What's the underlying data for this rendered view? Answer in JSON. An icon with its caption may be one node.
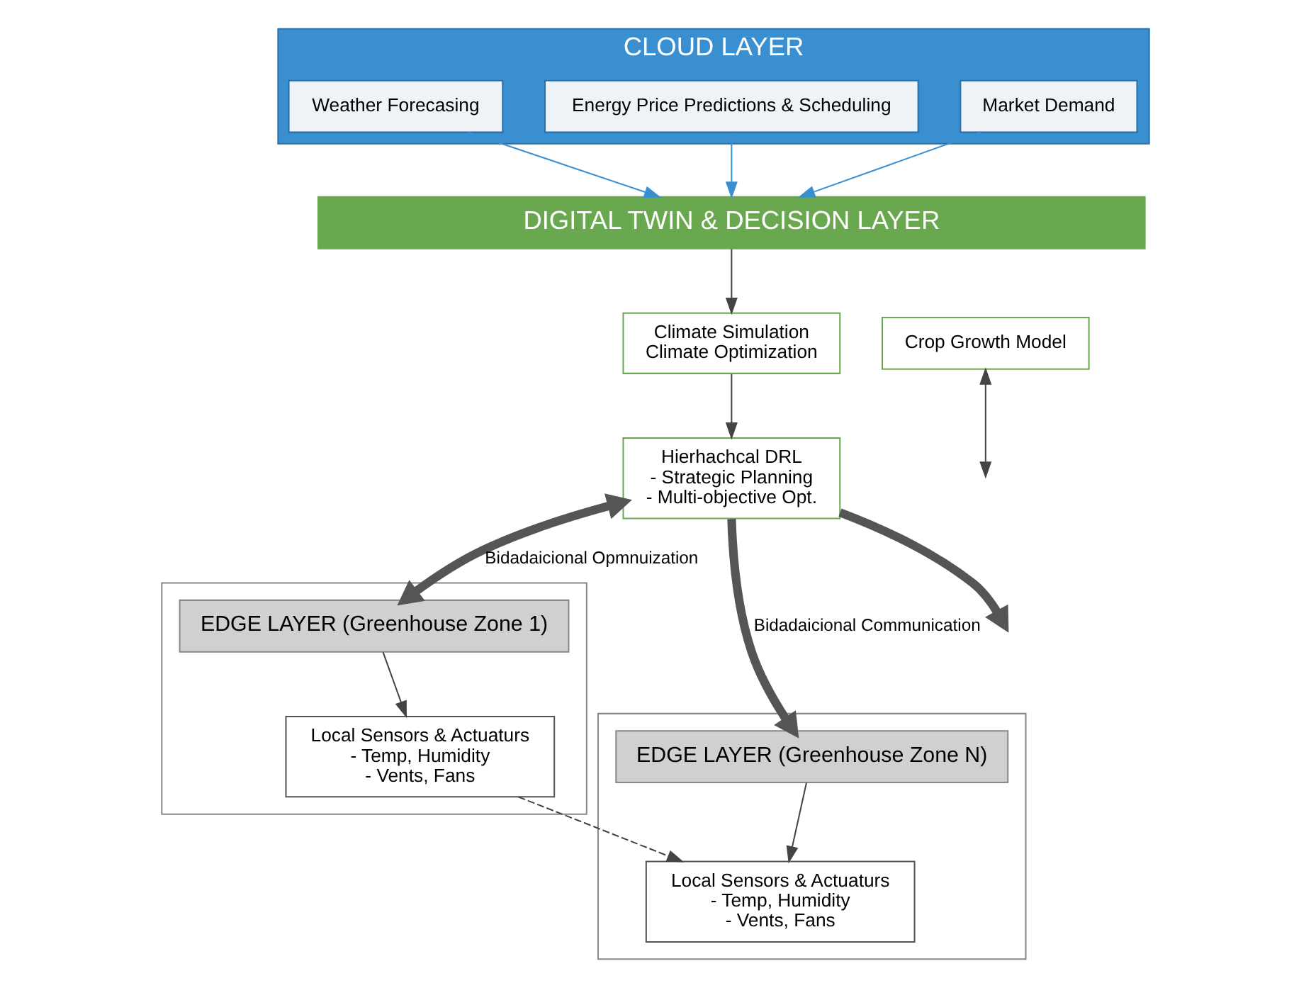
{
  "diagram": {
    "nodes": [
      {
        "text": [
          "CLOUD LAYER"
        ]
      },
      {
        "text": [
          "Weather Forecasing"
        ],
        "in": 0
      },
      {
        "text": [
          "Energy Price Predictions & Scheduling"
        ],
        "in": 0
      },
      {
        "text": [
          "Market Demand"
        ],
        "in": 0
      },
      {
        "text": [
          "DIGITAL TWIN & DECISION LAYER"
        ]
      },
      {
        "text": [
          "Crop Growth Model"
        ]
      },
      {
        "text": [
          "Climate Simulation",
          "Climate Optimization"
        ]
      },
      {
        "text": [
          "Hierhachcal DRL",
          "- Strategic Planning",
          "- Multi-objective Opt."
        ]
      },
      {
        "text": [],
        "shape": "box"
      },
      {
        "text": [
          "EDGE LAYER (Greenhouse Zone 1)"
        ],
        "in": 8
      },
      {
        "text": [
          "Local Sensors & Actuaturs",
          "- Temp, Humidity",
          "- Vents, Fans"
        ],
        "in": 8
      },
      {
        "text": [],
        "shape": "box"
      },
      {
        "text": [
          "EDGE LAYER (Greenhouse Zone N)"
        ],
        "in": 11
      },
      {
        "text": [
          "Local Sensors & Actuaturs",
          "- Temp, Humidity",
          "- Vents, Fans"
        ],
        "in": 11
      }
    ],
    "edges": [
      {
        "from": 1,
        "to": 4,
        "arrow": "to",
        "color": "#3a8fd0"
      },
      {
        "from": 2,
        "to": 4,
        "arrow": "to",
        "color": "#3a8fd0"
      },
      {
        "from": 3,
        "to": 4,
        "arrow": "to",
        "color": "#3a8fd0"
      },
      {
        "from": 4,
        "to": 6,
        "arrow": "to"
      },
      {
        "from": 6,
        "to": 7,
        "arrow": "to"
      },
      {
        "from": 5,
        "to": null,
        "arrow": "both"
      },
      {
        "from": 7,
        "to": 9,
        "arrow": "both",
        "style": "thick",
        "label": "Bidadaicional Opmnuization"
      },
      {
        "from": 7,
        "to": 12,
        "arrow": "to",
        "style": "thick",
        "label": "Bidadaicional Communication"
      },
      {
        "from": 7,
        "to": null,
        "arrow": "to",
        "style": "thick"
      },
      {
        "from": 9,
        "to": 10,
        "arrow": "to"
      },
      {
        "from": 12,
        "to": 13,
        "arrow": "to"
      },
      {
        "from": 10,
        "to": 13,
        "arrow": "to",
        "style": "dashed"
      }
    ]
  }
}
